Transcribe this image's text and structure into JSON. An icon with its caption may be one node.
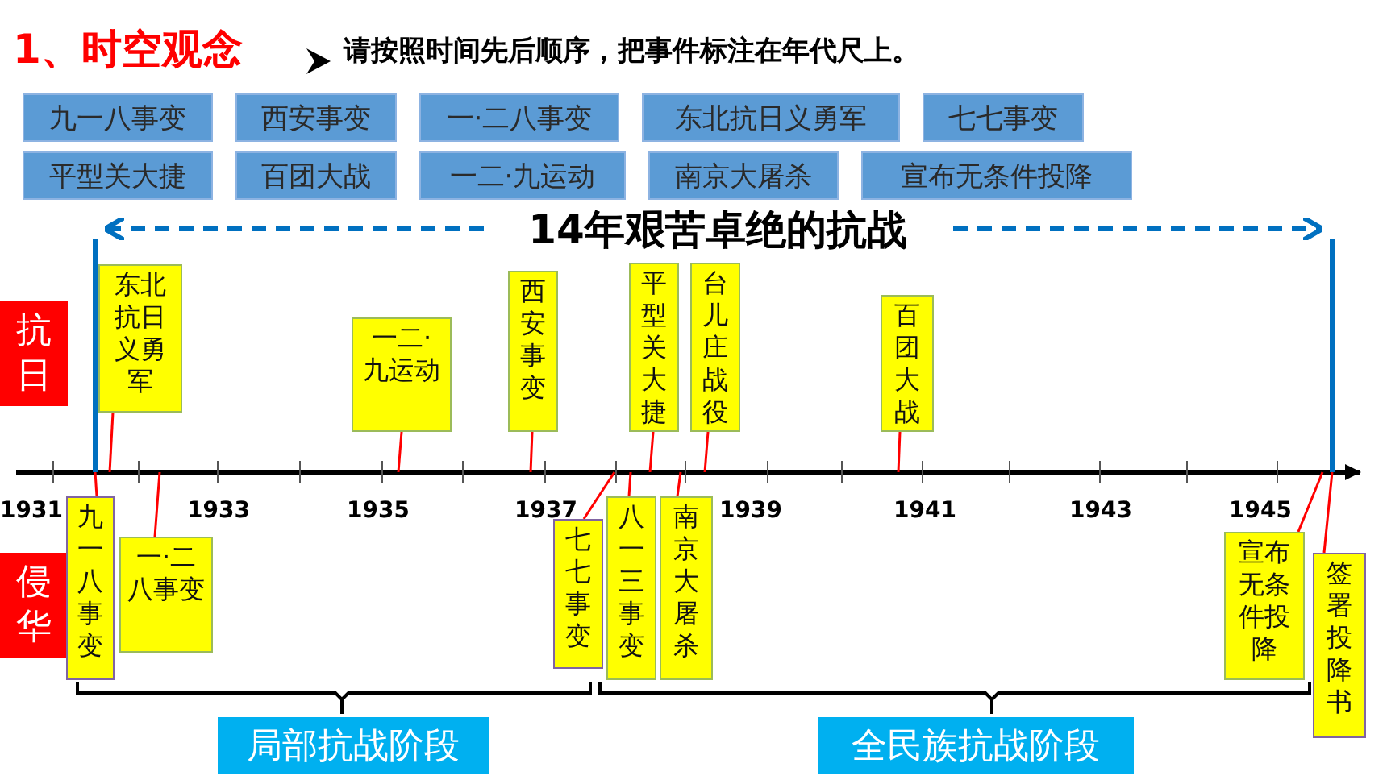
{
  "diagram": {
    "title": "1、时空观念",
    "nodes": [
      {
        "text": [
          "九一八事变"
        ]
      },
      {
        "text": [
          "西安事变"
        ]
      },
      {
        "text": [
          "一·二八事变"
        ]
      },
      {
        "text": [
          "东北抗日义勇军"
        ]
      },
      {
        "text": [
          "七七事变"
        ]
      },
      {
        "text": [
          "平型关大捷"
        ]
      },
      {
        "text": [
          "百团大战"
        ]
      },
      {
        "text": [
          "一二·九运动"
        ]
      },
      {
        "text": [
          "南京大屠杀"
        ]
      },
      {
        "text": [
          "宣布无条件投降"
        ]
      },
      {
        "text": [
          "14年艰苦卓绝的抗战"
        ]
      },
      {
        "text": [
          "抗日"
        ]
      },
      {
        "text": [
          "东北抗日义勇军"
        ]
      },
      {
        "text": [
          "一二·九运动"
        ]
      },
      {
        "text": [
          "西安事变"
        ]
      },
      {
        "text": [
          "平型关大捷"
        ]
      },
      {
        "text": [
          "台儿庄战役"
        ]
      },
      {
        "text": [
          "百团大战"
        ]
      },
      {
        "text": [
          "侵华"
        ]
      },
      {
        "text": [
          "九一八事变"
        ]
      },
      {
        "text": [
          "一·二八事变"
        ]
      },
      {
        "text": [
          "七七事变"
        ]
      },
      {
        "text": [
          "八一三事变"
        ]
      },
      {
        "text": [
          "南京大屠杀"
        ]
      },
      {
        "text": [
          "宣布无条件投降"
        ]
      },
      {
        "text": [
          "签署投降书"
        ]
      },
      {
        "text": [
          "局部抗战阶段"
        ]
      },
      {
        "text": [
          "全民族抗战阶段"
        ]
      }
    ],
    "edges": [
      {
        "from": 12,
        "to": null,
        "arrow": "none"
      },
      {
        "from": 13,
        "to": null,
        "arrow": "none"
      },
      {
        "from": 14,
        "to": null,
        "arrow": "none"
      },
      {
        "from": 15,
        "to": null,
        "arrow": "none"
      },
      {
        "from": 16,
        "to": null,
        "arrow": "none"
      },
      {
        "from": 17,
        "to": null,
        "arrow": "none"
      },
      {
        "from": 19,
        "to": null,
        "arrow": "none"
      },
      {
        "from": 20,
        "to": null,
        "arrow": "none"
      },
      {
        "from": 21,
        "to": null,
        "arrow": "none"
      },
      {
        "from": 22,
        "to": null,
        "arrow": "none"
      },
      {
        "from": 23,
        "to": null,
        "arrow": "none"
      },
      {
        "from": 24,
        "to": null,
        "arrow": "none"
      },
      {
        "from": 25,
        "to": null,
        "arrow": "none"
      }
    ],
    "labels": [
      "请按照时间先后顺序，把事件标注在年代尺上。",
      "1931",
      "1933",
      "1935",
      "1937",
      "1939",
      "1941",
      "1943",
      "1945"
    ]
  }
}
